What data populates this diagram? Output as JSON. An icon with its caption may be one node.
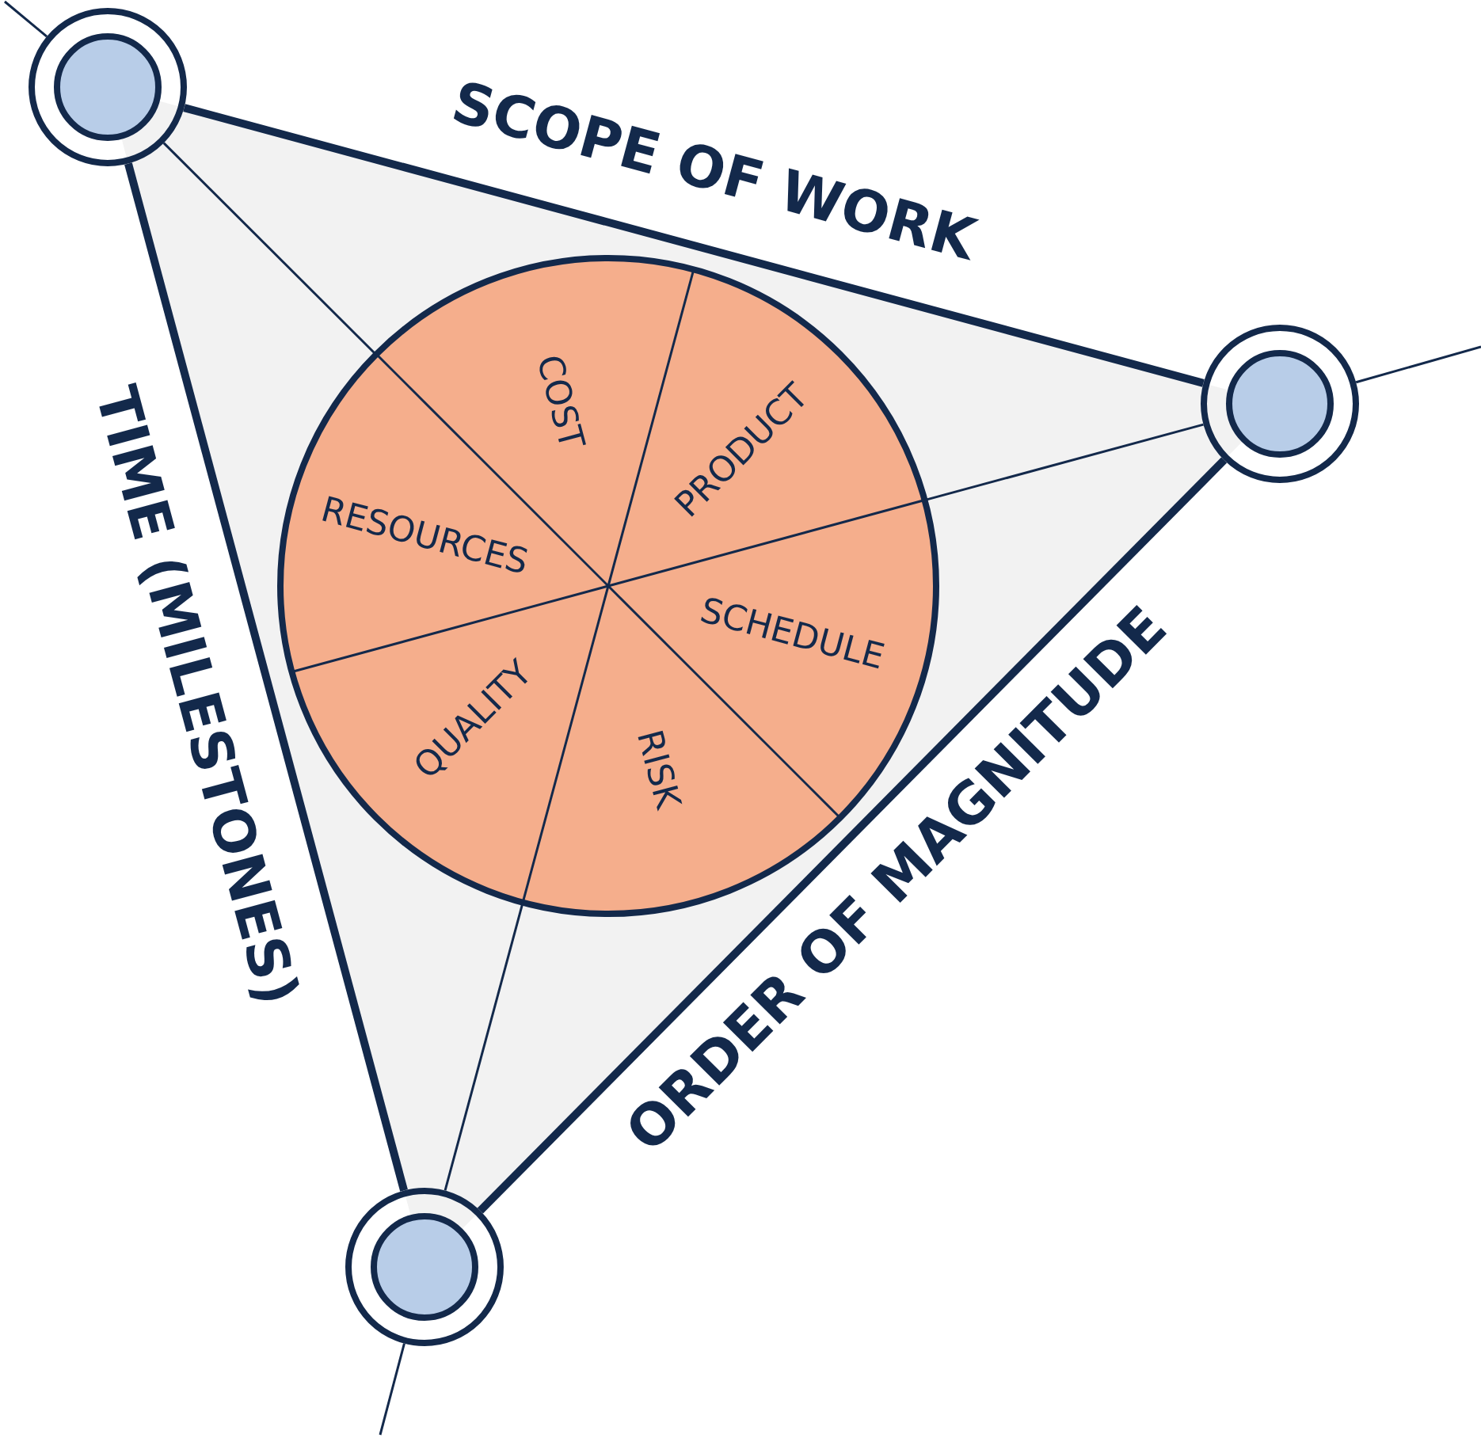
{
  "diagram": {
    "nodes": [
      {
        "text": [],
        "shape": "circle"
      },
      {
        "text": [],
        "shape": "circle"
      },
      {
        "text": [],
        "shape": "circle"
      },
      {
        "text": [],
        "shape": "circle"
      },
      {
        "text": [
          "COST"
        ],
        "in": 3
      },
      {
        "text": [
          "PRODUCT"
        ],
        "in": 3
      },
      {
        "text": [
          "RESOURCES"
        ],
        "in": 3
      },
      {
        "text": [
          "SCHEDULE"
        ],
        "in": 3
      },
      {
        "text": [
          "QUALITY"
        ],
        "in": 3
      },
      {
        "text": [
          "RISK"
        ],
        "in": 3
      }
    ],
    "edges": [
      {
        "from": 0,
        "to": 1,
        "arrow": "none",
        "label": "SCOPE OF WORK",
        "style": "thick"
      },
      {
        "from": 0,
        "to": 2,
        "arrow": "none",
        "label": "TIME (MILESTONES)",
        "style": "thick"
      },
      {
        "from": 2,
        "to": 1,
        "arrow": "none",
        "label": "ORDER OF MAGNITUDE",
        "style": "thick"
      },
      {
        "from": null,
        "to": 0,
        "arrow": "none"
      },
      {
        "from": 0,
        "to": 3,
        "arrow": "none"
      },
      {
        "from": null,
        "to": 1,
        "arrow": "none"
      },
      {
        "from": 1,
        "to": 3,
        "arrow": "none"
      },
      {
        "from": null,
        "to": 2,
        "arrow": "none"
      },
      {
        "from": 2,
        "to": 3,
        "arrow": "none"
      }
    ]
  }
}
